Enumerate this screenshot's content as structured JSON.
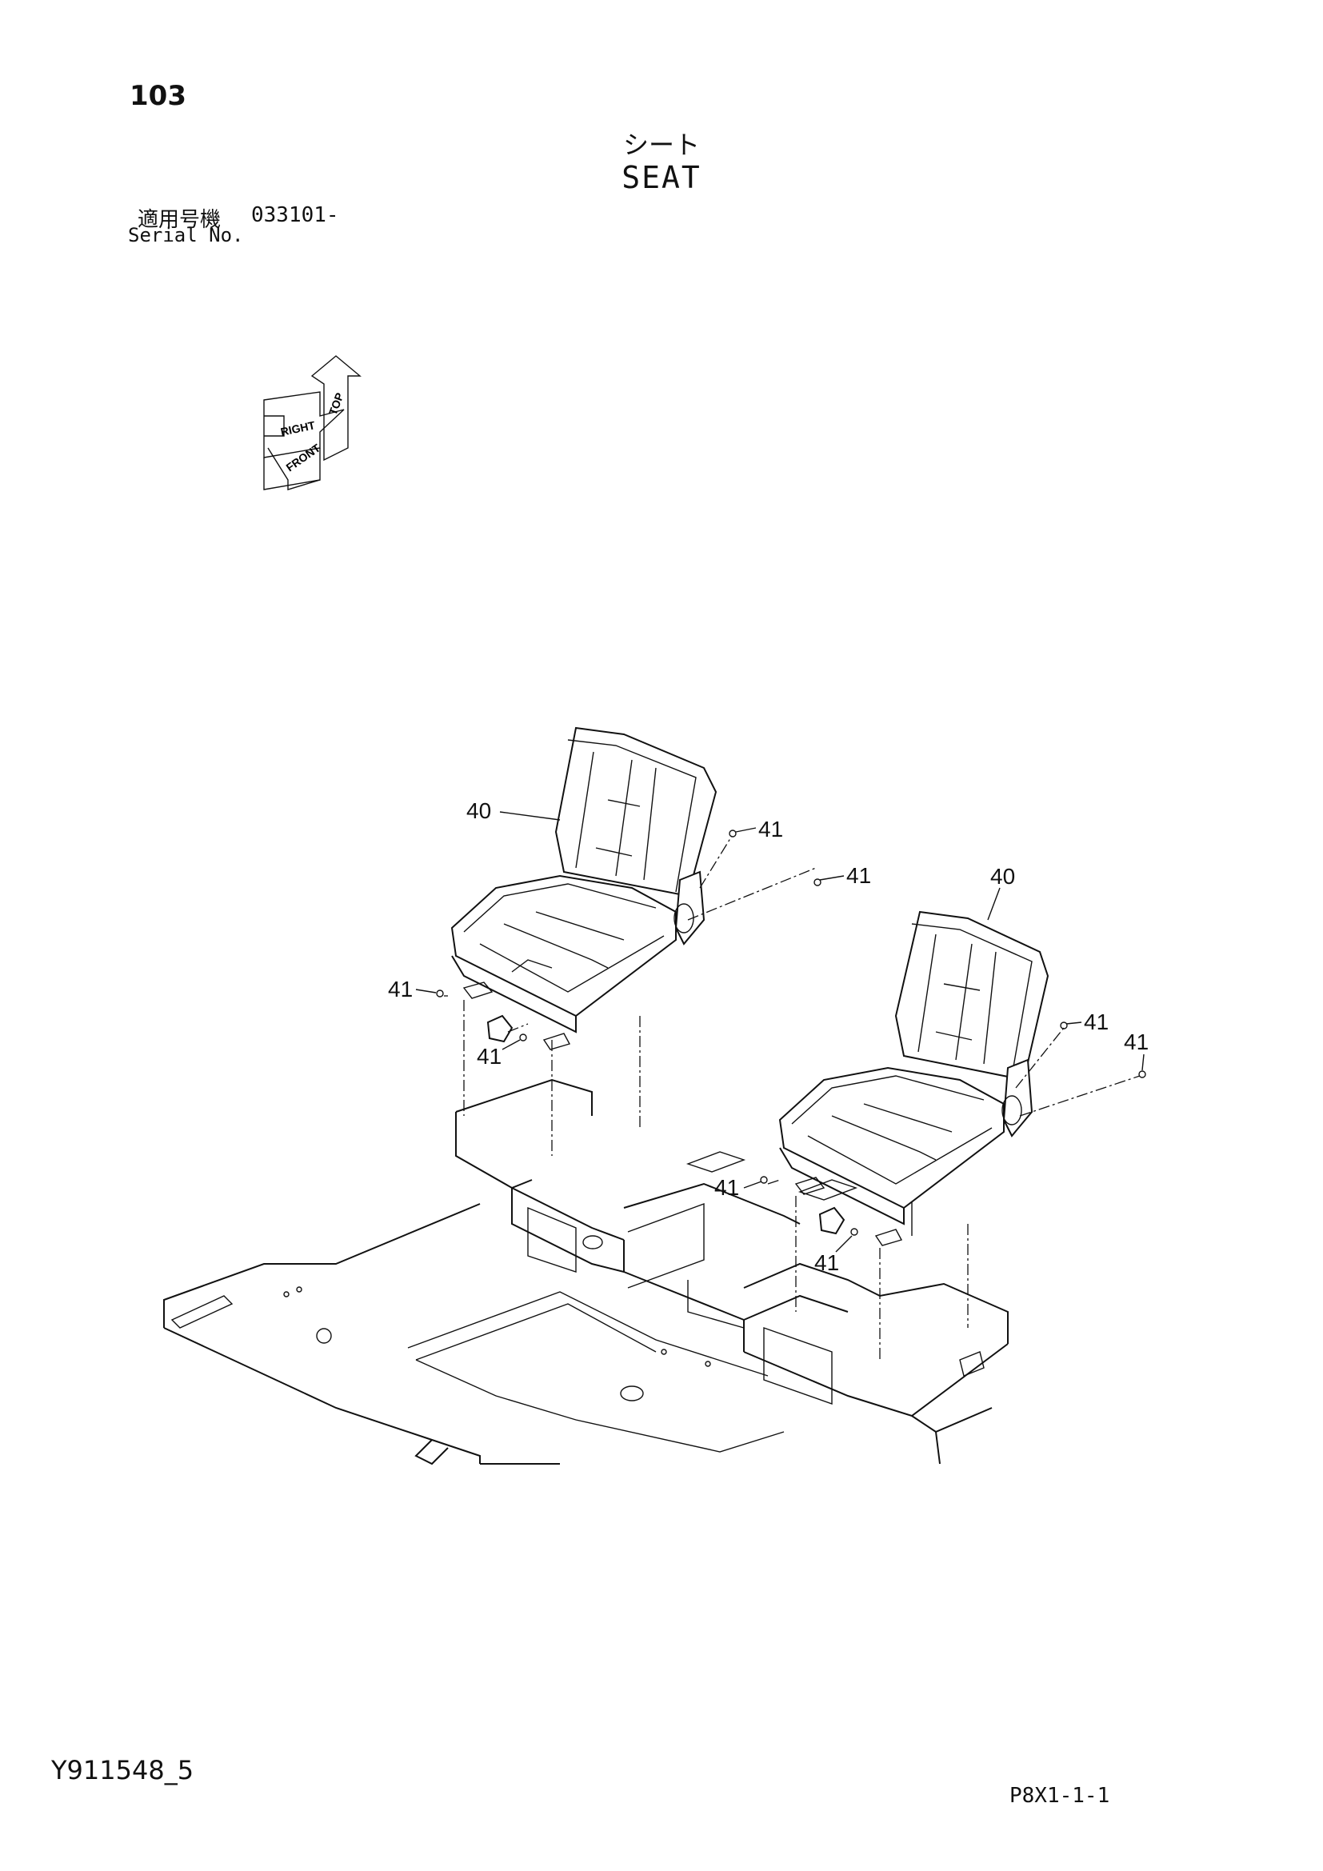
{
  "header": {
    "page_number": "103",
    "title_jp": "シート",
    "title_en": "SEAT",
    "serial_label_jp": "適用号機",
    "serial_label_en": "Serial No.",
    "serial_value": "033101-"
  },
  "orientation": {
    "top": "TOP",
    "right": "RIGHT",
    "front": "FRONT"
  },
  "callouts": {
    "seat_left": "40",
    "seat_right": "40",
    "bolt_1": "41",
    "bolt_2": "41",
    "bolt_3": "41",
    "bolt_4": "41",
    "bolt_5": "41",
    "bolt_6": "41",
    "bolt_7": "41",
    "bolt_8": "41"
  },
  "footer": {
    "drawing_id": "Y911548_5",
    "page_code": "P8X1-1-1"
  }
}
